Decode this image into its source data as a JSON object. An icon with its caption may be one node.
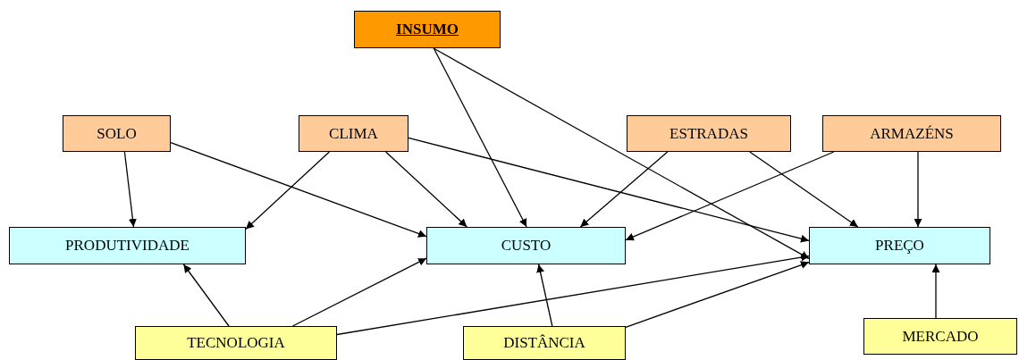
{
  "diagram": {
    "nodes": [
      {
        "text": [
          "INSUMO"
        ]
      },
      {
        "text": [
          "SOLO"
        ]
      },
      {
        "text": [
          "CLIMA"
        ]
      },
      {
        "text": [
          "ESTRADAS"
        ]
      },
      {
        "text": [
          "ARMAZÉNS"
        ]
      },
      {
        "text": [
          "PRODUTIVIDADE"
        ]
      },
      {
        "text": [
          "CUSTO"
        ]
      },
      {
        "text": [
          "PREÇO"
        ]
      },
      {
        "text": [
          "TECNOLOGIA"
        ]
      },
      {
        "text": [
          "DISTÂNCIA"
        ]
      },
      {
        "text": [
          "MERCADO"
        ]
      }
    ],
    "edges": [
      {
        "from": 0,
        "to": 6,
        "arrow": "to"
      },
      {
        "from": 0,
        "to": 7,
        "arrow": "to"
      },
      {
        "from": 1,
        "to": 5,
        "arrow": "to"
      },
      {
        "from": 1,
        "to": 6,
        "arrow": "to"
      },
      {
        "from": 2,
        "to": 5,
        "arrow": "to"
      },
      {
        "from": 2,
        "to": 6,
        "arrow": "to"
      },
      {
        "from": 2,
        "to": 7,
        "arrow": "to"
      },
      {
        "from": 3,
        "to": 6,
        "arrow": "to"
      },
      {
        "from": 3,
        "to": 7,
        "arrow": "to"
      },
      {
        "from": 4,
        "to": 6,
        "arrow": "to"
      },
      {
        "from": 4,
        "to": 7,
        "arrow": "to"
      },
      {
        "from": 8,
        "to": 5,
        "arrow": "to"
      },
      {
        "from": 8,
        "to": 6,
        "arrow": "to"
      },
      {
        "from": 8,
        "to": 7,
        "arrow": "to"
      },
      {
        "from": 9,
        "to": 6,
        "arrow": "to"
      },
      {
        "from": 9,
        "to": 7,
        "arrow": "to"
      },
      {
        "from": 10,
        "to": 7,
        "arrow": "to"
      }
    ]
  }
}
